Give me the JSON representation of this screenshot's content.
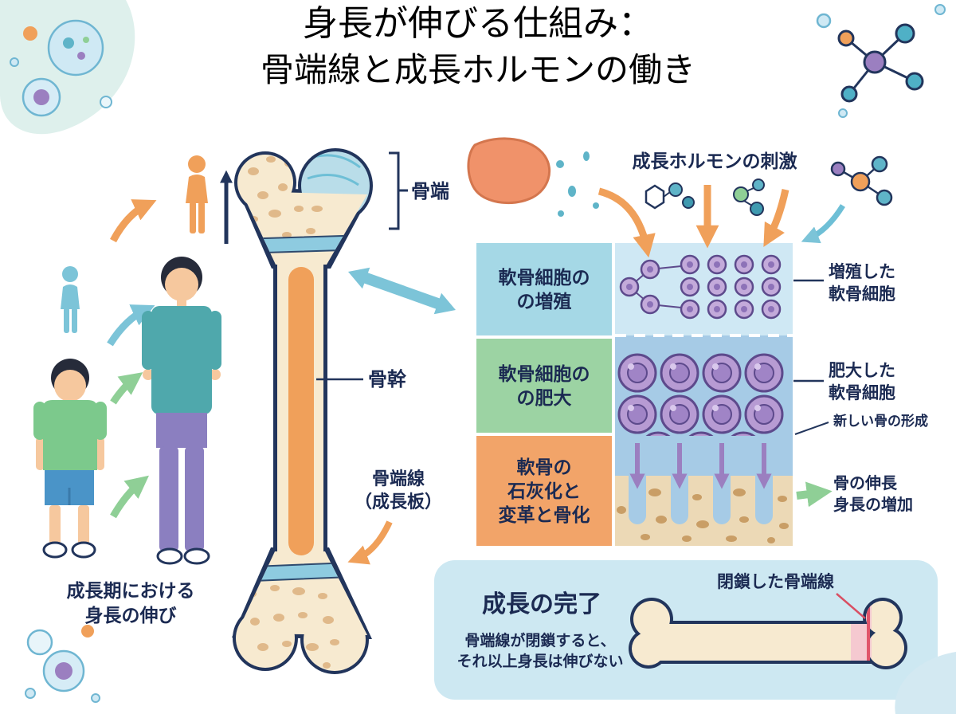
{
  "title": {
    "line1": "身長が伸びる仕組み：",
    "line2": "骨端線と成長ホルモンの働き"
  },
  "left": {
    "caption_line1": "成長期における",
    "caption_line2": "身長の伸び"
  },
  "bone": {
    "epiphysis_label": "骨端",
    "diaphysis_label": "骨幹",
    "growth_plate_label_line1": "骨端線",
    "growth_plate_label_line2": "（成長板）"
  },
  "hormone": {
    "title": "成長ホルモンの刺激"
  },
  "stages": [
    {
      "label_line1": "軟骨細胞の",
      "label_line2": "の増殖",
      "side_line1": "増殖した",
      "side_line2": "軟骨細胞"
    },
    {
      "label_line1": "軟骨細胞の",
      "label_line2": "の肥大",
      "side_line1": "肥大した",
      "side_line2": "軟骨細胞"
    },
    {
      "label_line1": "軟骨の",
      "label_line2": "石灰化と",
      "label_line3": "変革と骨化",
      "side_top": "新しい骨の形成",
      "side_line1": "骨の伸長",
      "side_line2": "身長の増加"
    }
  ],
  "completion": {
    "title": "成長の完了",
    "text_line1": "骨端線が閉鎖すると、",
    "text_line2": "それ以上身長は伸びない",
    "bone_label": "閉鎖した骨端線"
  },
  "colors": {
    "title_text": "#1b2a52",
    "accent_orange": "#f0a05a",
    "accent_teal": "#6ebfd6",
    "accent_green": "#8fcf96",
    "accent_purple": "#9b7fc0",
    "stage1_box": "#a5d8e6",
    "stage2_box": "#9cd3a3",
    "stage3_box": "#f2a469",
    "stage1_panel": "#cfe8f4",
    "stage2_panel": "#a6cbe6",
    "stage3_panel": "#ecd9b6",
    "completion_box": "#cde8f2",
    "bone_fill": "#f7ead0"
  }
}
